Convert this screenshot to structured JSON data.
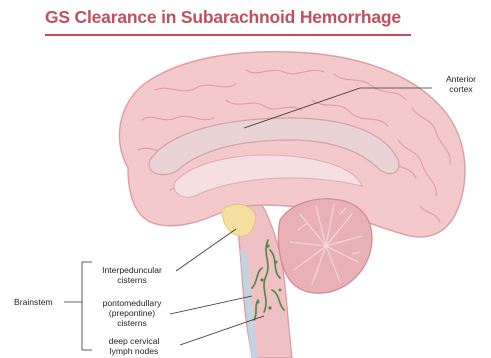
{
  "title": "GS Clearance in Subarachnoid Hemorrhage",
  "labels": {
    "anterior_cortex": [
      "Anterior",
      "cortex"
    ],
    "brainstem": "Brainstem",
    "interpeduncular": [
      "Interpeduncular",
      "cisterns"
    ],
    "pontomedullary": [
      "pontomedullary",
      "(prepontine)",
      "cisterns"
    ],
    "deep_cervical": [
      "deep cervical",
      "lymph nodes"
    ]
  },
  "colors": {
    "title": "#c0505e",
    "brain_fill": "#f3c9cb",
    "brain_outline": "#dc9ea2",
    "cerebellum": "#e9b0b6",
    "cistern_highlight": "#f4df9e",
    "lymph_vessel": "#4a8a3a",
    "csf_blue": "#bcd6e6"
  }
}
